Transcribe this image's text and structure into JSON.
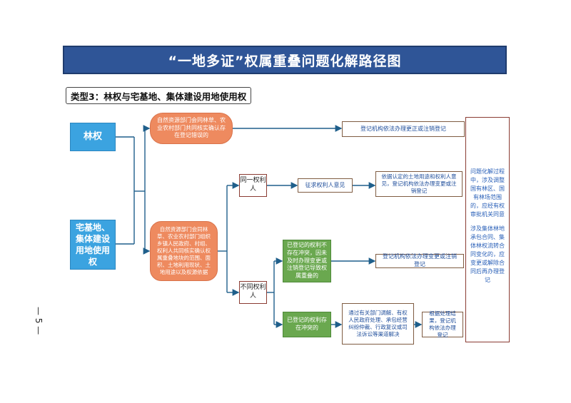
{
  "title": "“一地多证”权属重叠问题化解路径图",
  "subtitle": "类型3：林权与宅基地、集体建设用地使用权",
  "nodes": {
    "forest_right": "林权",
    "homestead": "宅基地、集体建设用地使用权",
    "registration_error": "自然资源部门会同林草、农业农村部门共同核实确认存在登记错误的",
    "joint_verify": "自然资源部门会同林草、农业农村部门组织乡镇人民政府、村组、权利人共同核实确认权属重叠地块的范围、面积、土地利用现状、土地用途以及权源依据",
    "same_holder": "同一权利人",
    "diff_holder": "不同权利人",
    "seek_opinion": "征求权利人意见",
    "correct_cancel": "登记机构依法办理更正或注销登记",
    "change_cancel_same": "依据认定的土地用途和权利人意见，登记机构依法办理变更或注销登记",
    "no_conflict": "已登记的权利不存在冲突，因未及时办理变更或注销登记导致权属重叠的",
    "change_cancel_diff": "登记机构依法办理变更或注销登记",
    "conflict": "已登记的权利存在冲突的",
    "mediation": "通过有关部门调解、有权人民政府处理、承包经营纠纷仲裁、行政复议或司法诉讼等渠道解决",
    "handle_result": "根据处理结果，登记机构依法办理登记"
  },
  "side_note": {
    "p1": "问题化解过程中，涉及调整国有林区、国有林场范围的，应经有权审批机关同意",
    "p2": "涉及集体林地承包合同、集体林权流转合同变化的，应变更或解除合同后再办理登记"
  },
  "page_number": "— 5 —",
  "colors": {
    "banner": "#2f5597",
    "blue_box": "#3ba3e0",
    "orange_box": "#ee8a5f",
    "green_box": "#6aa84f",
    "arrow": "#1f5f8b"
  }
}
